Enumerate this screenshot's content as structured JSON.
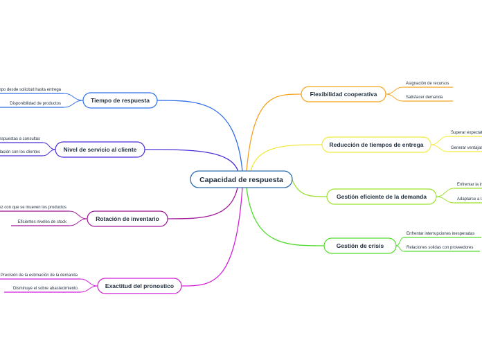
{
  "center": {
    "label": "Capacidad de respuesta",
    "color": "#2e6fb0"
  },
  "branches": [
    {
      "label": "Tiempo de respuesta",
      "color": "#2f6ee8",
      "leaves": [
        "Tiempo desde solicitud hasta entrega",
        "Disponibilidad de productos"
      ]
    },
    {
      "label": "Nivel de servicio al cliente",
      "color": "#4a2fd6",
      "leaves": [
        "Respuestas a consultas",
        "Relación con los clientes"
      ]
    },
    {
      "label": "Rotación de inventario",
      "color": "#a0169a",
      "leaves": [
        "Rapidez con que se mueven los productos",
        "Eficientes niveles de stock"
      ]
    },
    {
      "label": "Exactitud del pronostico",
      "color": "#d11fd6",
      "leaves": [
        "Precisión de la estimación de la demanda",
        "Disminuye el sobre abastecimiento"
      ]
    },
    {
      "label": "Flexibilidad cooperativa",
      "color": "#f5a21c",
      "leaves": [
        "Asignación de recursos",
        "Satisfacer demanda"
      ]
    },
    {
      "label": "Reducción de tiempos de entrega",
      "color": "#f2ea3a",
      "leaves": [
        "Superar expectativas",
        "Generar ventajas"
      ]
    },
    {
      "label": "Gestión eficiente de la demanda",
      "color": "#9be02a",
      "leaves": [
        "Enfrentar la incertidumbre",
        "Adaptarse a la demanda"
      ]
    },
    {
      "label": "Gestión de crisis",
      "color": "#52dd2a",
      "leaves": [
        "Enfrentar interrupciones inesperadas",
        "Relaciones solidas con proveedores"
      ]
    }
  ]
}
